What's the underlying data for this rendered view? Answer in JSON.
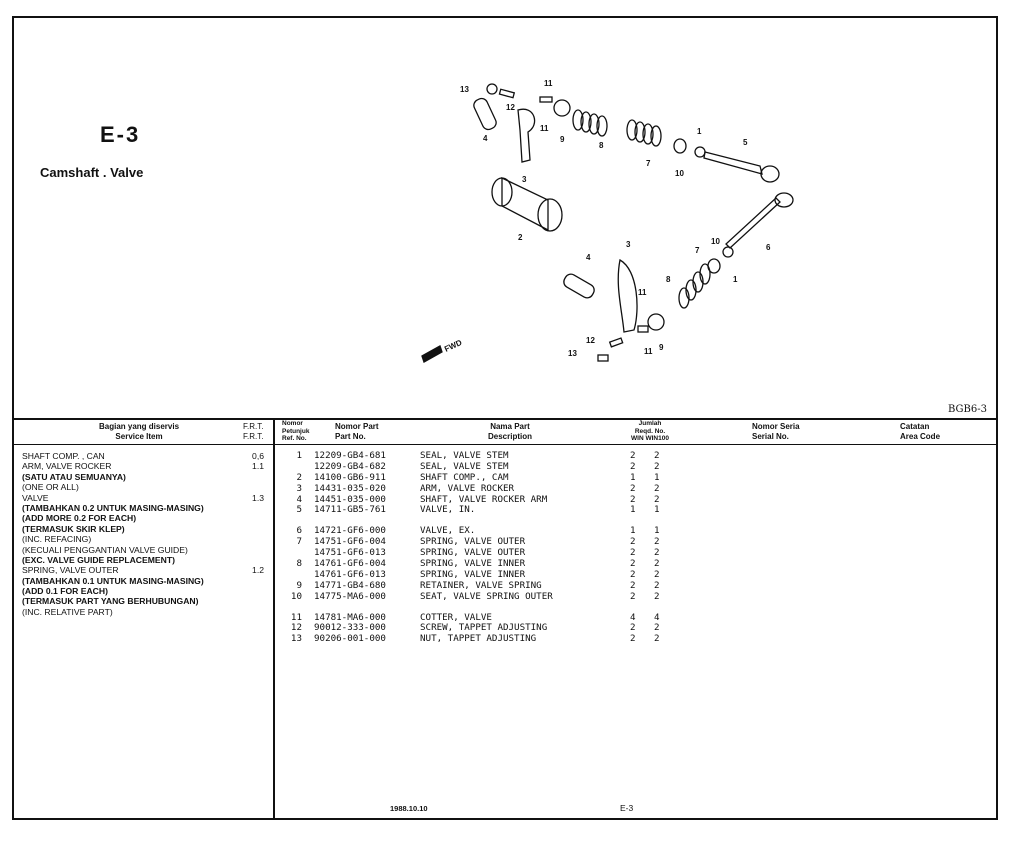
{
  "page": {
    "code": "E-3",
    "title": "Camshaft . Valve",
    "diagram_code": "BGB6-3"
  },
  "diagram": {
    "callouts": [
      "13",
      "12",
      "11",
      "11",
      "4",
      "3",
      "9",
      "8",
      "7",
      "10",
      "1",
      "5",
      "2",
      "3",
      "4",
      "11",
      "12",
      "13",
      "11",
      "9",
      "8",
      "7",
      "10",
      "1",
      "6"
    ],
    "fwd_label": "FWD"
  },
  "headers": {
    "service_id": "Bagian yang diservis",
    "service_en": "Service Item",
    "frt_1": "F.R.T.",
    "frt_2": "F.R.T.",
    "ref_1": "Nomor",
    "ref_2": "Petunjuk",
    "ref_3": "Ref. No.",
    "part_id": "Nomor Part",
    "part_en": "Part No.",
    "name_id": "Nama Part",
    "name_en": "Description",
    "qty_1": "Jumlah",
    "qty_2": "Reqd. No.",
    "qty_3": "WIN WIN100",
    "serial_id": "Nomor Seria",
    "serial_en": "Serial No.",
    "notes_id": "Catatan",
    "notes_en": "Area Code"
  },
  "service_items": [
    {
      "text": "SHAFT COMP. , CAN",
      "frt": "0,6",
      "bold": false
    },
    {
      "text": "ARM, VALVE ROCKER",
      "frt": "1.1",
      "bold": false
    },
    {
      "text": "(SATU ATAU SEMUANYA)",
      "frt": "",
      "bold": true
    },
    {
      "text": "(ONE OR ALL)",
      "frt": "",
      "bold": false
    },
    {
      "text": "VALVE",
      "frt": "1.3",
      "bold": false
    },
    {
      "text": "(TAMBAHKAN 0.2 UNTUK MASING-MASING)",
      "frt": "",
      "bold": true
    },
    {
      "text": "(ADD MORE 0.2 FOR EACH)",
      "frt": "",
      "bold": true
    },
    {
      "text": "(TERMASUK SKIR KLEP)",
      "frt": "",
      "bold": true
    },
    {
      "text": "(INC. REFACING)",
      "frt": "",
      "bold": false
    },
    {
      "text": "(KECUALI PENGGANTIAN VALVE GUIDE)",
      "frt": "",
      "bold": false
    },
    {
      "text": "(EXC. VALVE GUIDE REPLACEMENT)",
      "frt": "",
      "bold": true
    },
    {
      "text": "SPRING, VALVE OUTER",
      "frt": "1.2",
      "bold": false
    },
    {
      "text": "(TAMBAHKAN 0.1 UNTUK MASING-MASING)",
      "frt": "",
      "bold": true
    },
    {
      "text": "(ADD 0.1 FOR EACH)",
      "frt": "",
      "bold": true
    },
    {
      "text": "(TERMASUK PART YANG BERHUBUNGAN)",
      "frt": "",
      "bold": true
    },
    {
      "text": "(INC. RELATIVE PART)",
      "frt": "",
      "bold": false
    }
  ],
  "parts_group1": [
    {
      "ref": "1",
      "num": "12209-GB4-681",
      "desc": "SEAL, VALVE STEM",
      "q1": "2",
      "q2": "2"
    },
    {
      "ref": "",
      "num": "12209-GB4-682",
      "desc": "SEAL, VALVE STEM",
      "q1": "2",
      "q2": "2"
    },
    {
      "ref": "2",
      "num": "14100-GB6-911",
      "desc": "SHAFT COMP., CAM",
      "q1": "1",
      "q2": "1"
    },
    {
      "ref": "3",
      "num": "14431-035-020",
      "desc": "ARM, VALVE ROCKER",
      "q1": "2",
      "q2": "2"
    },
    {
      "ref": "4",
      "num": "14451-035-000",
      "desc": "SHAFT, VALVE ROCKER ARM",
      "q1": "2",
      "q2": "2"
    },
    {
      "ref": "5",
      "num": "14711-GB5-761",
      "desc": "VALVE, IN.",
      "q1": "1",
      "q2": "1"
    }
  ],
  "parts_group2": [
    {
      "ref": "6",
      "num": "14721-GF6-000",
      "desc": "VALVE, EX.",
      "q1": "1",
      "q2": "1"
    },
    {
      "ref": "7",
      "num": "14751-GF6-004",
      "desc": "SPRING, VALVE OUTER",
      "q1": "2",
      "q2": "2"
    },
    {
      "ref": "",
      "num": "14751-GF6-013",
      "desc": "SPRING, VALVE OUTER",
      "q1": "2",
      "q2": "2"
    },
    {
      "ref": "8",
      "num": "14761-GF6-004",
      "desc": "SPRING, VALVE INNER",
      "q1": "2",
      "q2": "2"
    },
    {
      "ref": "",
      "num": "14761-GF6-013",
      "desc": "SPRING, VALVE INNER",
      "q1": "2",
      "q2": "2"
    },
    {
      "ref": "9",
      "num": "14771-GB4-680",
      "desc": "RETAINER, VALVE SPRING",
      "q1": "2",
      "q2": "2"
    },
    {
      "ref": "10",
      "num": "14775-MA6-000",
      "desc": "SEAT, VALVE SPRING OUTER",
      "q1": "2",
      "q2": "2"
    }
  ],
  "parts_group3": [
    {
      "ref": "11",
      "num": "14781-MA6-000",
      "desc": "COTTER, VALVE",
      "q1": "4",
      "q2": "4"
    },
    {
      "ref": "12",
      "num": "90012-333-000",
      "desc": "SCREW, TAPPET ADJUSTING",
      "q1": "2",
      "q2": "2"
    },
    {
      "ref": "13",
      "num": "90206-001-000",
      "desc": "NUT, TAPPET ADJUSTING",
      "q1": "2",
      "q2": "2"
    }
  ],
  "footer": {
    "date": "1988.10.10",
    "page": "E-3"
  }
}
